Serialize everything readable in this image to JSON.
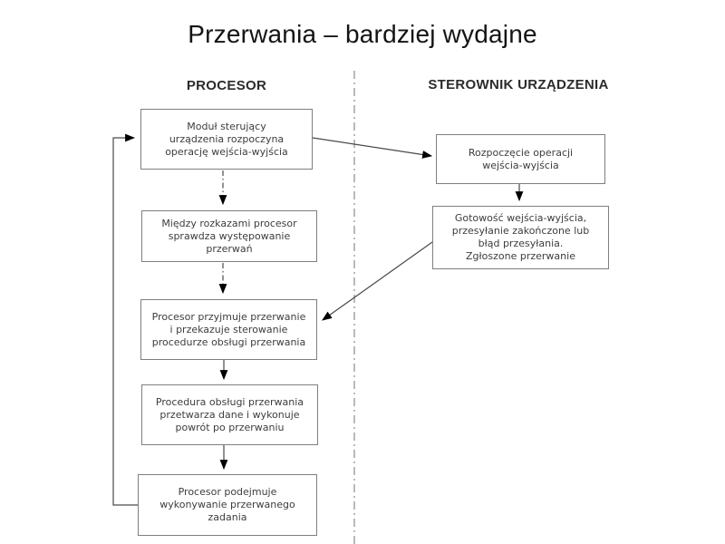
{
  "title": "Przerwania – bardziej wydajne",
  "colors": {
    "box_border": "#7f7f7f",
    "box_text": "#3d3d3d",
    "divider": "#a8a8a8",
    "arrow": "#4a4a4a",
    "arrowhead": "#000000",
    "title_text": "#141414"
  },
  "diagram": {
    "columns": [
      {
        "id": "processor",
        "header": "PROCESOR"
      },
      {
        "id": "device-controller",
        "header": "STEROWNIK URZĄDZENIA"
      }
    ],
    "processor_boxes": [
      {
        "label": "Moduł sterujący\nurządzenia rozpoczyna\noperację wejścia-wyjścia"
      },
      {
        "label": "Między rozkazami procesor\nsprawdza występowanie\nprzerwań"
      },
      {
        "label": "Procesor przyjmuje przerwanie\ni przekazuje sterowanie\nprocedurze obsługi przerwania"
      },
      {
        "label": "Procedura obsługi przerwania\nprzetwarza dane i wykonuje\npowrót po przerwaniu"
      },
      {
        "label": "Procesor podejmuje\nwykonywanie przerwanego\nzadania"
      }
    ],
    "controller_boxes": [
      {
        "label": "Rozpoczęcie operacji\nwejścia-wyjścia"
      },
      {
        "label": "Gotowość wejścia-wyjścia,\nprzesyłanie zakończone lub\nbłąd przesyłania.\nZgłoszone przerwanie"
      }
    ]
  }
}
